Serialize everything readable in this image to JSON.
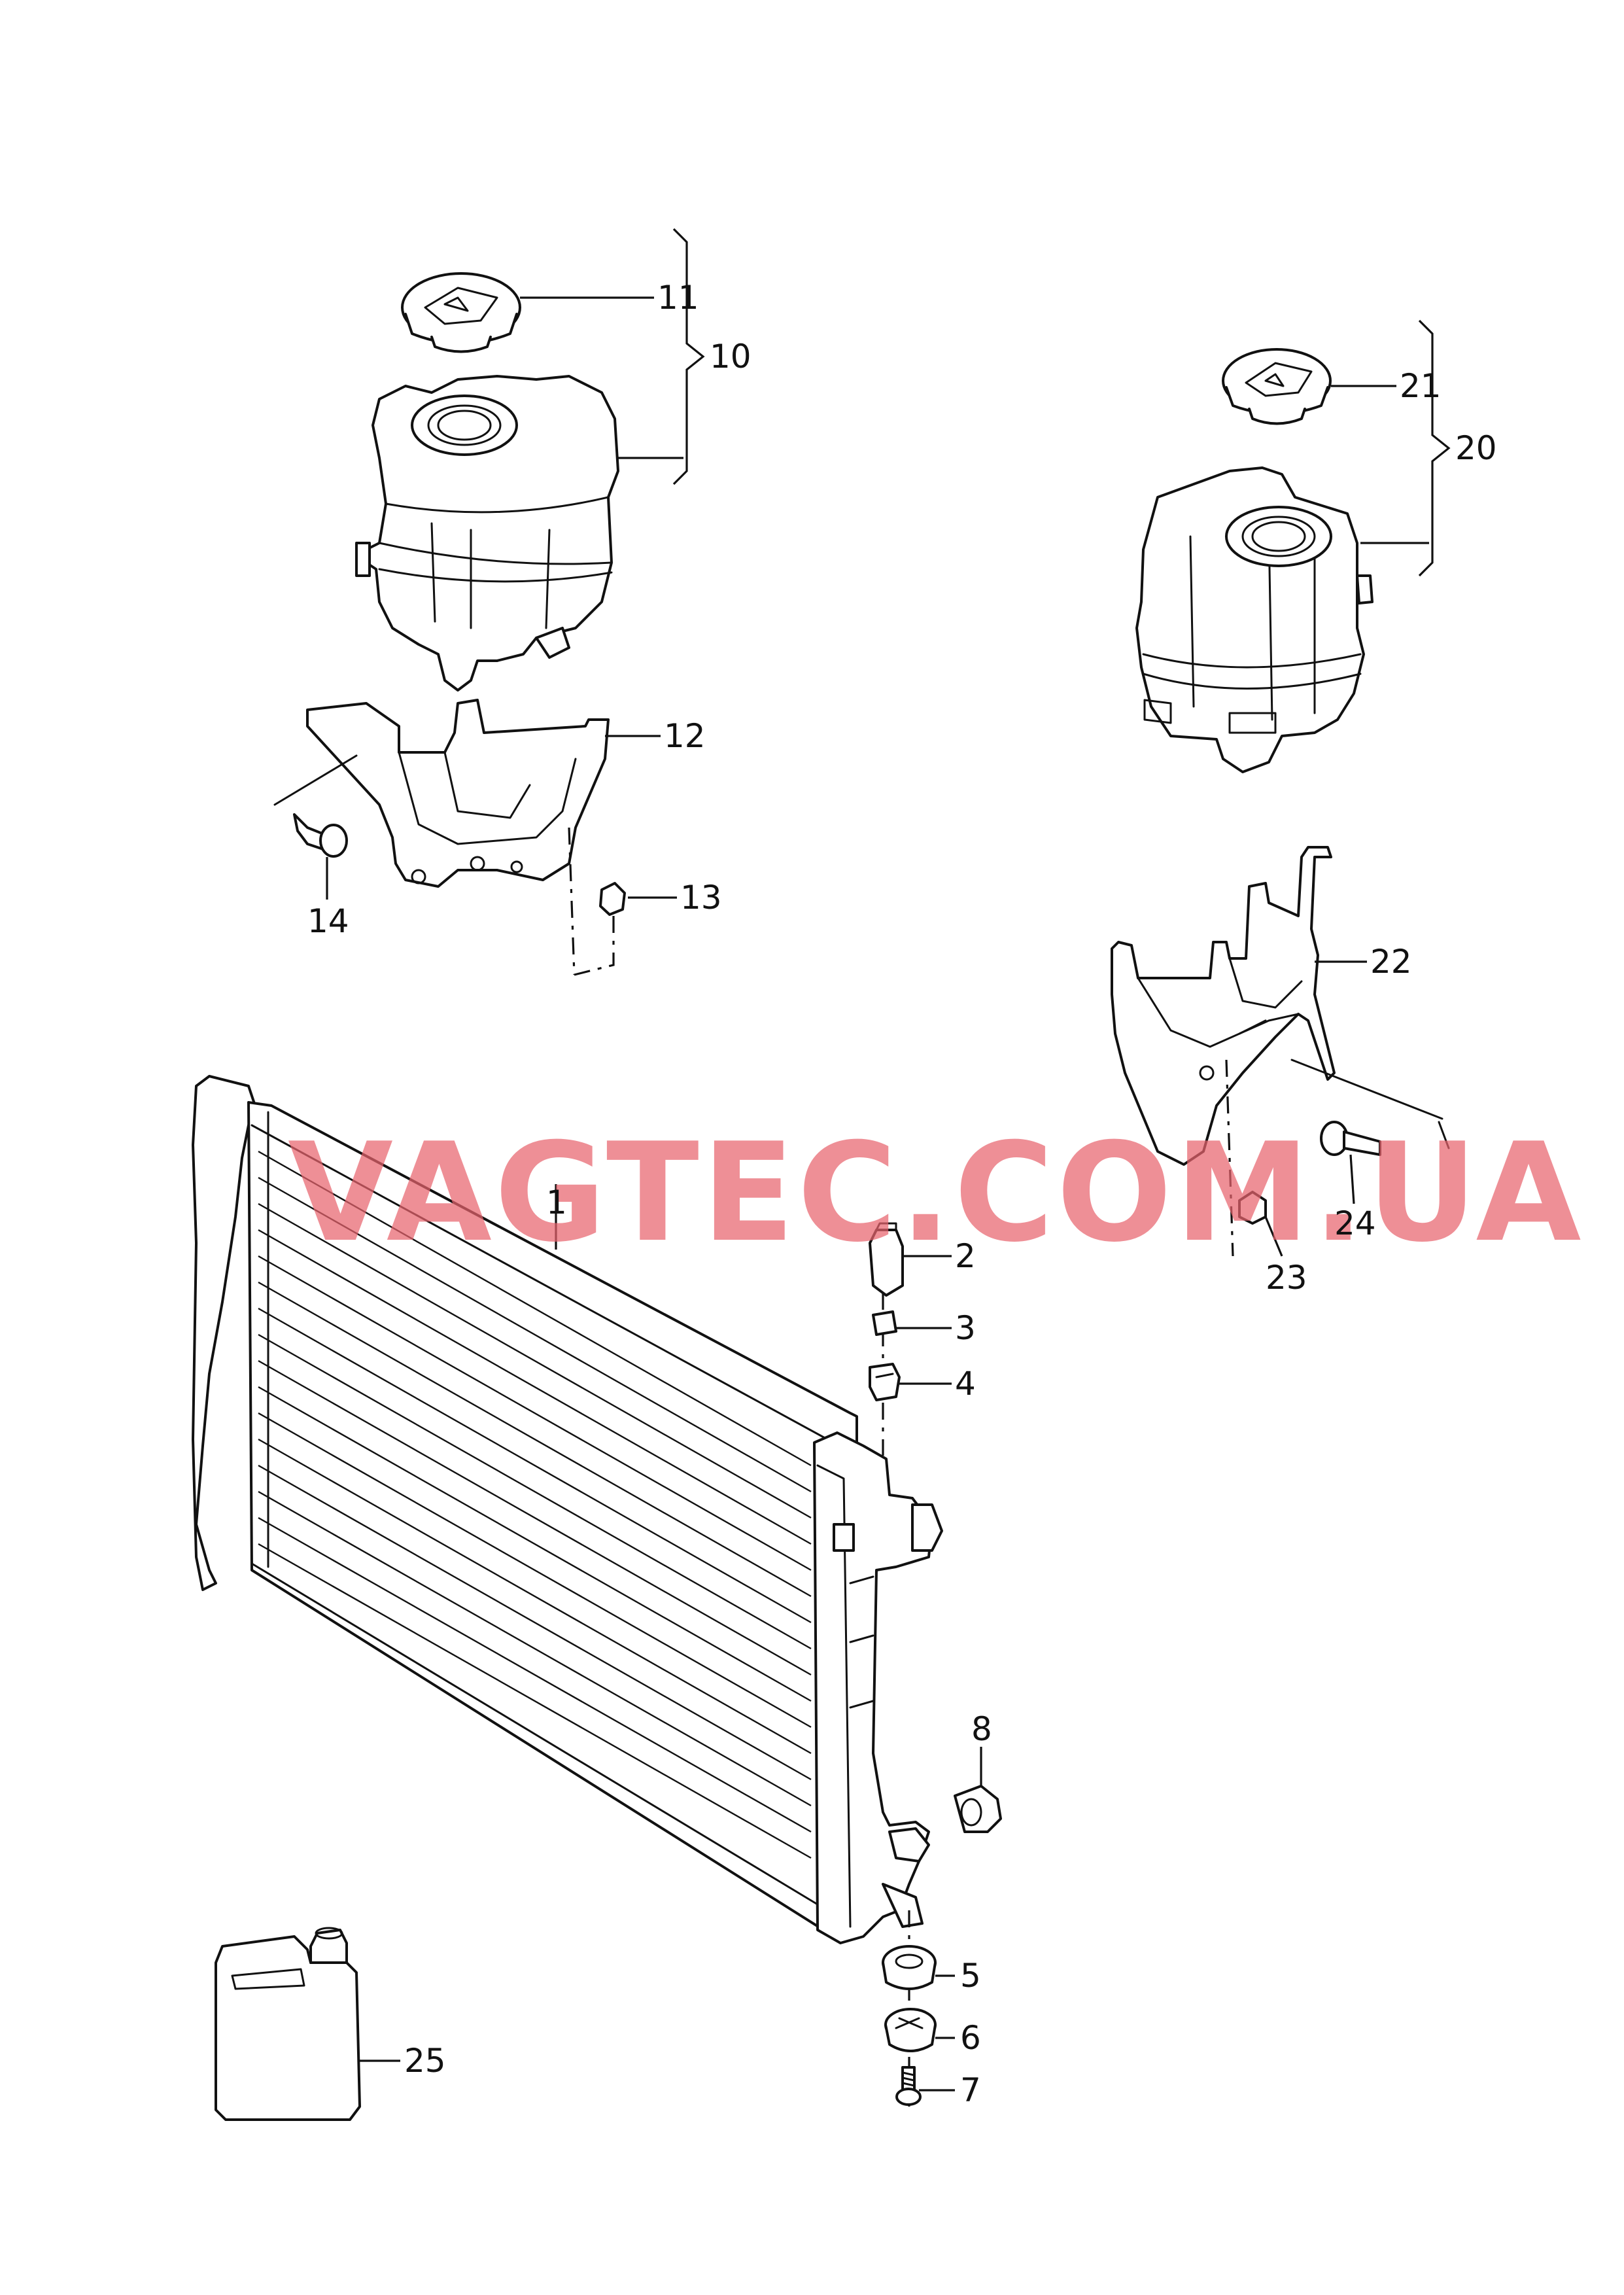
{
  "watermark": "VAGTEC.COM.UA",
  "callouts": {
    "c1": "1",
    "c2": "2",
    "c3": "3",
    "c4": "4",
    "c5": "5",
    "c6": "6",
    "c7": "7",
    "c8": "8",
    "c10": "10",
    "c11": "11",
    "c12": "12",
    "c13": "13",
    "c14": "14",
    "c20": "20",
    "c21": "21",
    "c22": "22",
    "c23": "23",
    "c24": "24",
    "c25": "25"
  },
  "colors": {
    "line": "#111111",
    "watermark": "#e8646e",
    "background": "#ffffff"
  }
}
